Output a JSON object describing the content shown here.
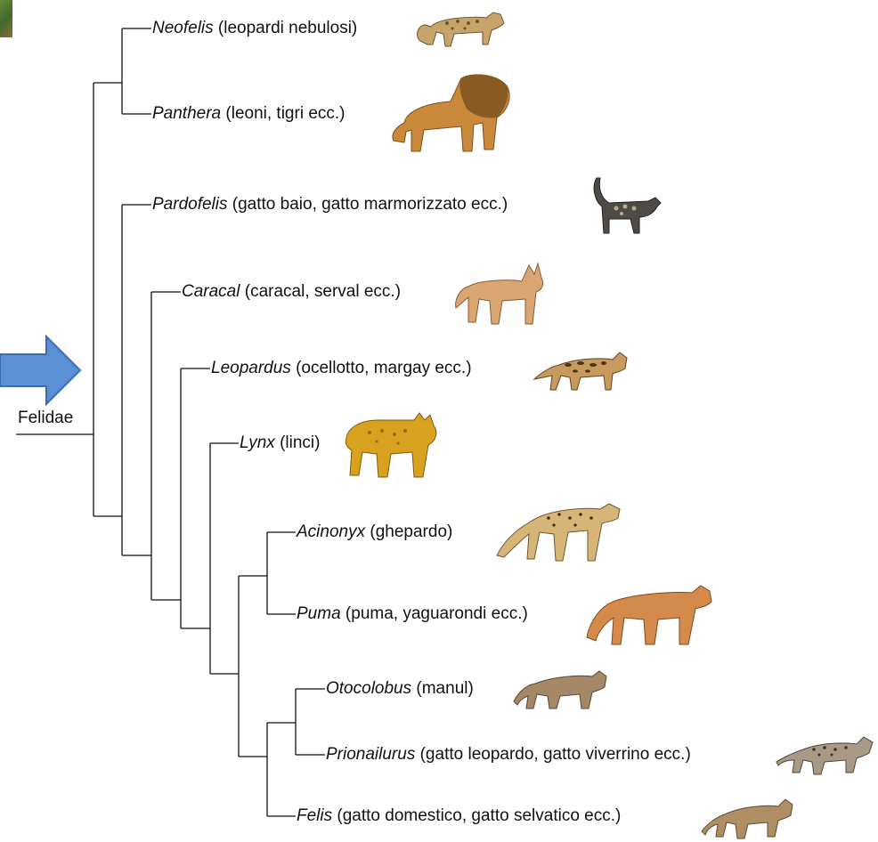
{
  "root_label": "Felidae",
  "taxa": [
    {
      "genus": "Neofelis",
      "common": " (leopardi nebulosi)"
    },
    {
      "genus": "Panthera",
      "common": " (leoni, tigri ecc.)"
    },
    {
      "genus": "Pardofelis",
      "common": " (gatto baio, gatto marmorizzato ecc.)"
    },
    {
      "genus": "Caracal",
      "common": " (caracal, serval ecc.)"
    },
    {
      "genus": "Leopardus",
      "common": " (ocellotto, margay ecc.)"
    },
    {
      "genus": "Lynx",
      "common": " (linci)"
    },
    {
      "genus": "Acinonyx",
      "common": " (ghepardo)"
    },
    {
      "genus": "Puma",
      "common": " (puma, yaguarondi ecc.)"
    },
    {
      "genus": "Otocolobus",
      "common": " (manul)"
    },
    {
      "genus": "Prionailurus",
      "common": " (gatto leopardo, gatto viverrino ecc.)"
    },
    {
      "genus": "Felis",
      "common": " (gatto domestico, gatto selvatico ecc.)"
    }
  ],
  "colors": {
    "arrow_fill": "#5b8fd6",
    "arrow_stroke": "#3d6cb0",
    "line": "#111111"
  },
  "icons": [
    "clouded-leopard-image",
    "lion-image",
    "marbled-cat-image",
    "caracal-image",
    "ocelot-image",
    "lynx-image",
    "cheetah-image",
    "puma-image",
    "manul-image",
    "leopard-cat-image",
    "wildcat-image"
  ]
}
